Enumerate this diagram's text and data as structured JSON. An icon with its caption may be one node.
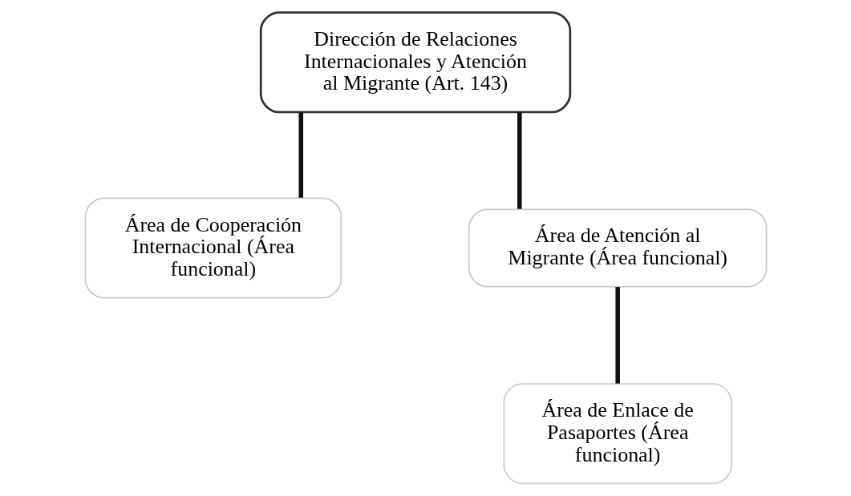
{
  "diagram": {
    "nodes": [
      {
        "text": [
          "Dirección de Relaciones Internacionales y Atención al Migrante (Art. 143)"
        ]
      },
      {
        "text": [
          "Área de Cooperación Internacional (Área funcional)"
        ]
      },
      {
        "text": [
          "Área de Atención al Migrante (Área funcional)"
        ]
      },
      {
        "text": [
          "Área de Enlace de Pasaportes (Área funcional)"
        ]
      }
    ],
    "edges": [
      {
        "from": 0,
        "to": 1,
        "arrow": "none"
      },
      {
        "from": 0,
        "to": 2,
        "arrow": "none"
      },
      {
        "from": 2,
        "to": 3,
        "arrow": "none"
      }
    ]
  }
}
